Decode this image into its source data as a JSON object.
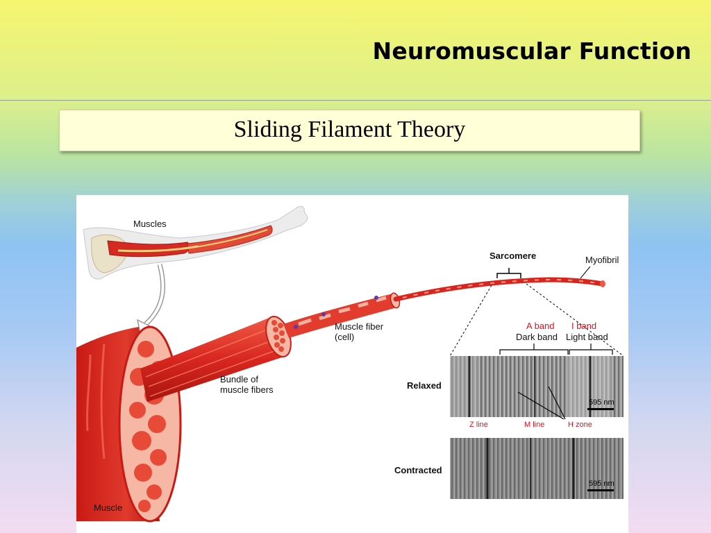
{
  "header": {
    "title": "Neuromuscular Function"
  },
  "subtitle": {
    "text": "Sliding Filament Theory"
  },
  "figure": {
    "labels": {
      "muscles": "Muscles",
      "sarcomere": "Sarcomere",
      "myofibril": "Myofibril",
      "muscle_fiber_line1": "Muscle fiber",
      "muscle_fiber_line2": "(cell)",
      "bundle_line1": "Bundle of",
      "bundle_line2": "muscle fibers",
      "muscle": "Muscle",
      "a_band": "A band",
      "dark_band": "Dark band",
      "i_band": "I band",
      "light_band": "Light band",
      "relaxed": "Relaxed",
      "contracted": "Contracted",
      "z_line": "Z line",
      "m_line": "M line",
      "h_zone": "H zone",
      "scale_relaxed": "595 nm",
      "scale_contracted": "595 nm"
    },
    "colors": {
      "muscle_red": "#d8261f",
      "label_red": "#e0101c",
      "micrograph_gray": "#8a8a8a"
    }
  }
}
